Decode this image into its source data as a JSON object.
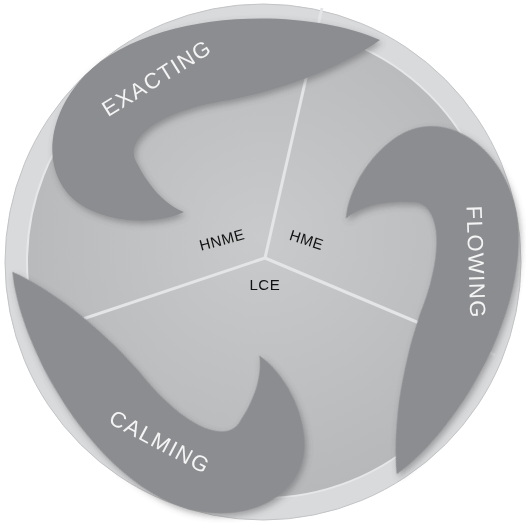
{
  "diagram": {
    "nodes": [
      {
        "text": [
          "EXACTING"
        ]
      },
      {
        "text": [
          "FLOWING"
        ]
      },
      {
        "text": [
          "CALMING"
        ]
      }
    ],
    "labels": [
      "HNME",
      "HME",
      "LCE"
    ]
  }
}
